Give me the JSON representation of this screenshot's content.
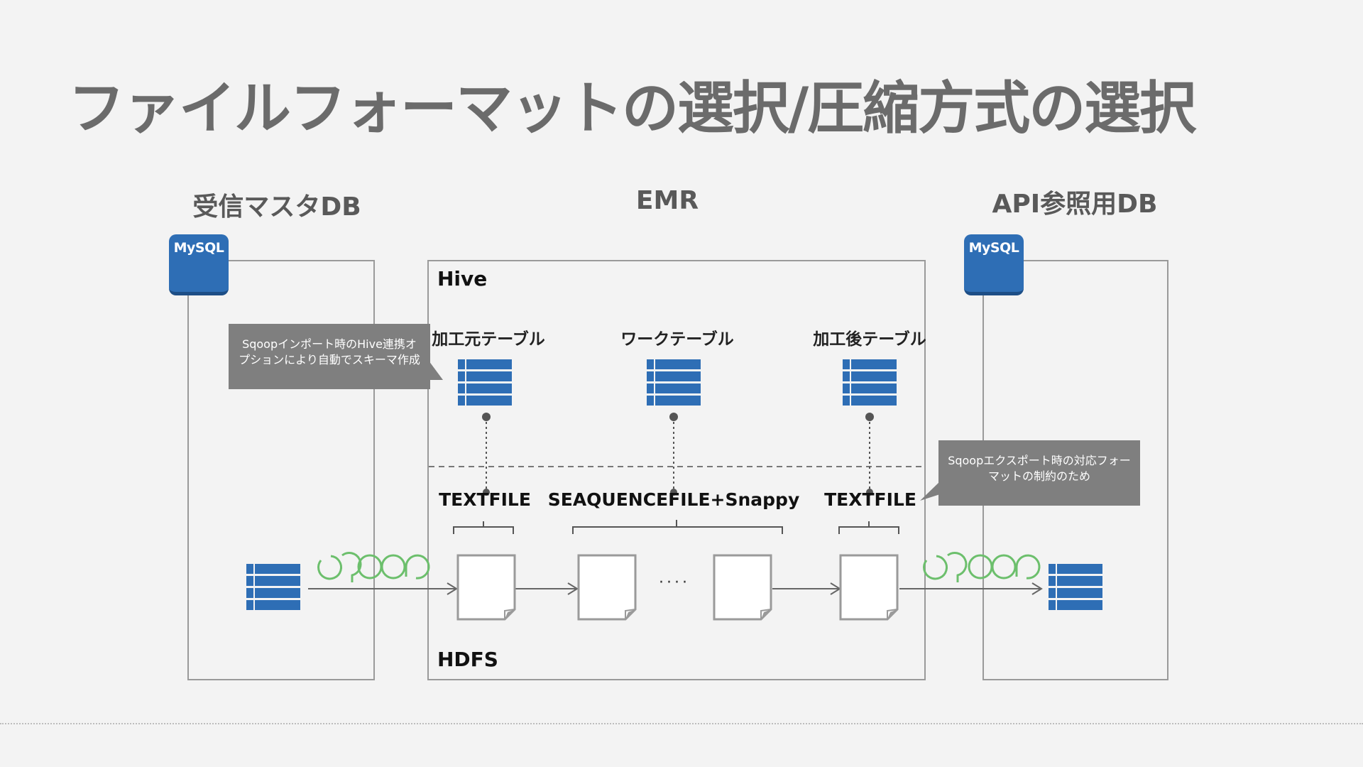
{
  "title": "ファイルフォーマットの選択/圧縮方式の選択",
  "columns": {
    "left_title": "受信マスタDB",
    "center_title": "EMR",
    "right_title": "API参照用DB"
  },
  "badges": {
    "left": "MySQL",
    "right": "MySQL"
  },
  "hive": {
    "label": "Hive",
    "tables": [
      "加工元テーブル",
      "ワークテーブル",
      "加工後テーブル"
    ]
  },
  "hdfs": {
    "label": "HDFS",
    "formats": [
      "TEXTFILE",
      "SEAQUENCEFILE+Snappy",
      "TEXTFILE"
    ],
    "ellipsis": "····"
  },
  "callouts": {
    "import_line1": "Sqoopインポート時のHive連携オ",
    "import_line2": "プションにより自動でスキーマ作成",
    "export_line1": "Sqoopエクスポート時の対応フォー",
    "export_line2": "マットの制約のため"
  },
  "icons": {
    "table": "table-icon",
    "file": "file-icon",
    "sqoop": "sqoop-logo"
  },
  "colors": {
    "table_blue": "#2e6eb5",
    "sqoop_green": "#6cbf6c",
    "callout_gray": "#7f7f7f",
    "title_gray": "#6b6b6b"
  }
}
